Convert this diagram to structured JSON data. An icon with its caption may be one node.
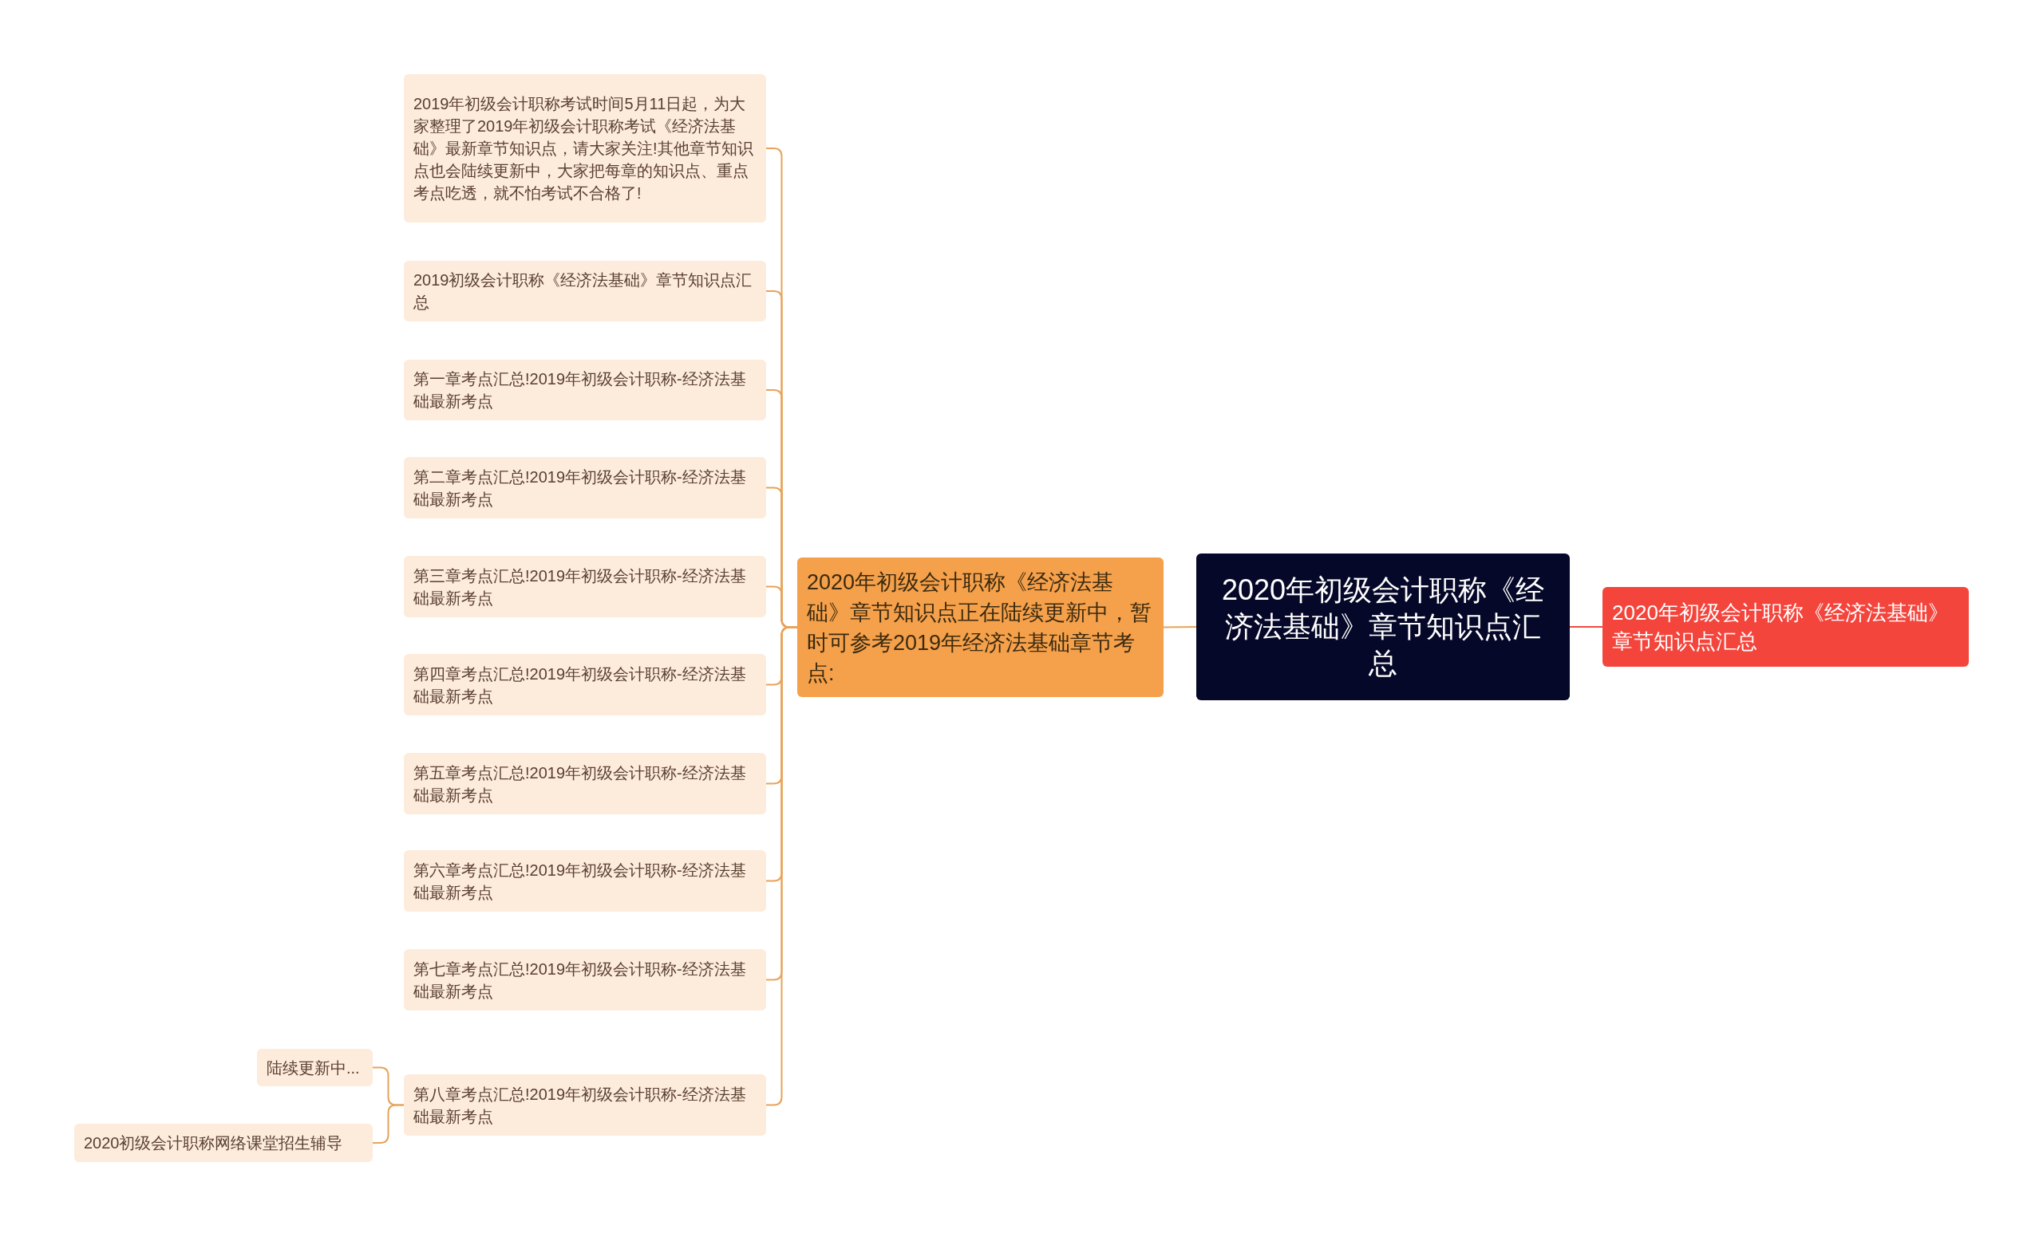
{
  "diagram": {
    "nodes": [
      {
        "text": [
          "2020年初级会计职称《经济法基础》章节知识点汇总"
        ]
      },
      {
        "text": [
          "2020年初级会计职称《经济法基础》章节知识点汇总"
        ]
      },
      {
        "text": [
          "2020年初级会计职称《经济法基础》章节知识点正在陆续更新中，暂时可参考2019年经济法基础章节考点:"
        ]
      },
      {
        "text": [
          "2019年初级会计职称考试时间5月11日起，为大家整理了2019年初级会计职称考试《经济法基础》最新章节知识点，请大家关注!其他章节知识点也会陆续更新中，大家把每章的知识点、重点考点吃透，就不怕考试不合格了!"
        ]
      },
      {
        "text": [
          "2019初级会计职称《经济法基础》章节知识点汇总"
        ]
      },
      {
        "text": [
          "第一章考点汇总!2019年初级会计职称-经济法基础最新考点"
        ]
      },
      {
        "text": [
          "第二章考点汇总!2019年初级会计职称-经济法基础最新考点"
        ]
      },
      {
        "text": [
          "第三章考点汇总!2019年初级会计职称-经济法基础最新考点"
        ]
      },
      {
        "text": [
          "第四章考点汇总!2019年初级会计职称-经济法基础最新考点"
        ]
      },
      {
        "text": [
          "第五章考点汇总!2019年初级会计职称-经济法基础最新考点"
        ]
      },
      {
        "text": [
          "第六章考点汇总!2019年初级会计职称-经济法基础最新考点"
        ]
      },
      {
        "text": [
          "第七章考点汇总!2019年初级会计职称-经济法基础最新考点"
        ]
      },
      {
        "text": [
          "第八章考点汇总!2019年初级会计职称-经济法基础最新考点"
        ]
      },
      {
        "text": [
          "陆续更新中..."
        ]
      },
      {
        "text": [
          "2020初级会计职称网络课堂招生辅导"
        ]
      }
    ],
    "edges": [
      {
        "from": 0,
        "to": 1,
        "arrow": "none",
        "color": "#f04a3e"
      },
      {
        "from": 0,
        "to": 2,
        "arrow": "none"
      },
      {
        "from": 2,
        "to": 3,
        "arrow": "none"
      },
      {
        "from": 2,
        "to": 4,
        "arrow": "none"
      },
      {
        "from": 2,
        "to": 5,
        "arrow": "none"
      },
      {
        "from": 2,
        "to": 6,
        "arrow": "none"
      },
      {
        "from": 2,
        "to": 7,
        "arrow": "none"
      },
      {
        "from": 2,
        "to": 8,
        "arrow": "none"
      },
      {
        "from": 2,
        "to": 9,
        "arrow": "none"
      },
      {
        "from": 2,
        "to": 10,
        "arrow": "none"
      },
      {
        "from": 2,
        "to": 11,
        "arrow": "none"
      },
      {
        "from": 2,
        "to": 12,
        "arrow": "none"
      },
      {
        "from": 12,
        "to": 13,
        "arrow": "none"
      },
      {
        "from": 12,
        "to": 14,
        "arrow": "none"
      }
    ]
  }
}
